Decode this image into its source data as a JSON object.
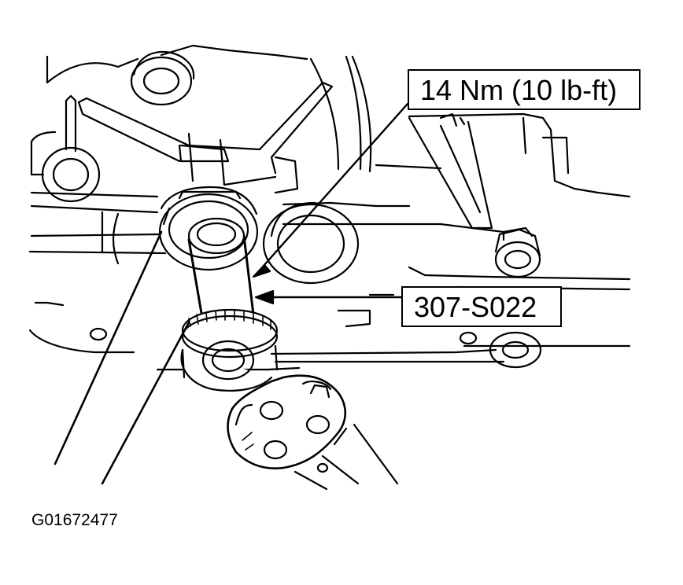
{
  "callouts": {
    "torque": "14 Nm (10 lb-ft)",
    "tool": "307-S022"
  },
  "figure": {
    "id": "G01672477"
  },
  "colors": {
    "ink": "#000000",
    "paper": "#ffffff"
  }
}
